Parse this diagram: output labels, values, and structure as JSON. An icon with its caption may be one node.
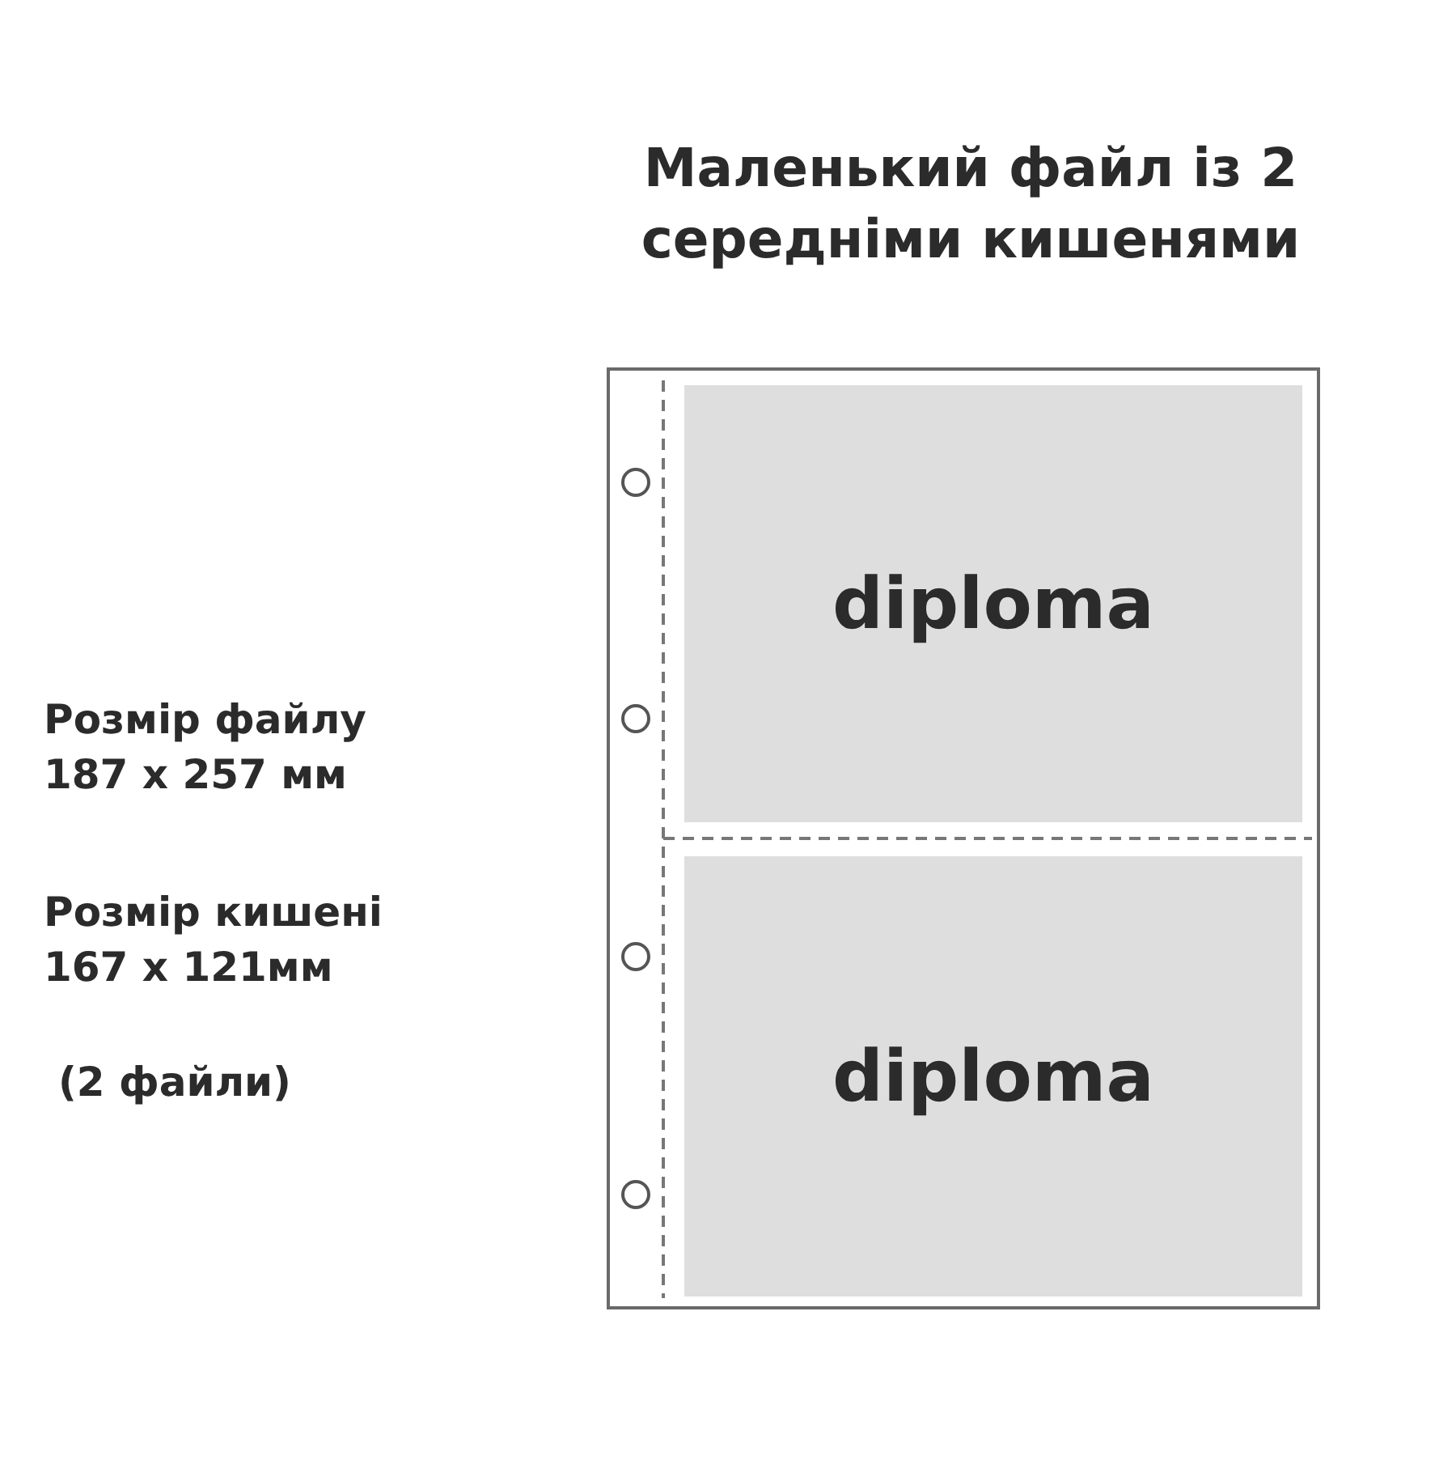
{
  "diagram": {
    "title": "Маленький файл із 2 середніми кишенями",
    "nodes": [
      {
        "text": [],
        "shape": "box"
      },
      {
        "text": [
          "diploma"
        ],
        "in": 0
      },
      {
        "text": [
          "diploma"
        ],
        "in": 0
      }
    ],
    "edges": [],
    "labels": [
      "Розмір файлу 187 x 257 мм",
      "Розмір кишені 167 x 121мм",
      "(2 файли)"
    ]
  }
}
